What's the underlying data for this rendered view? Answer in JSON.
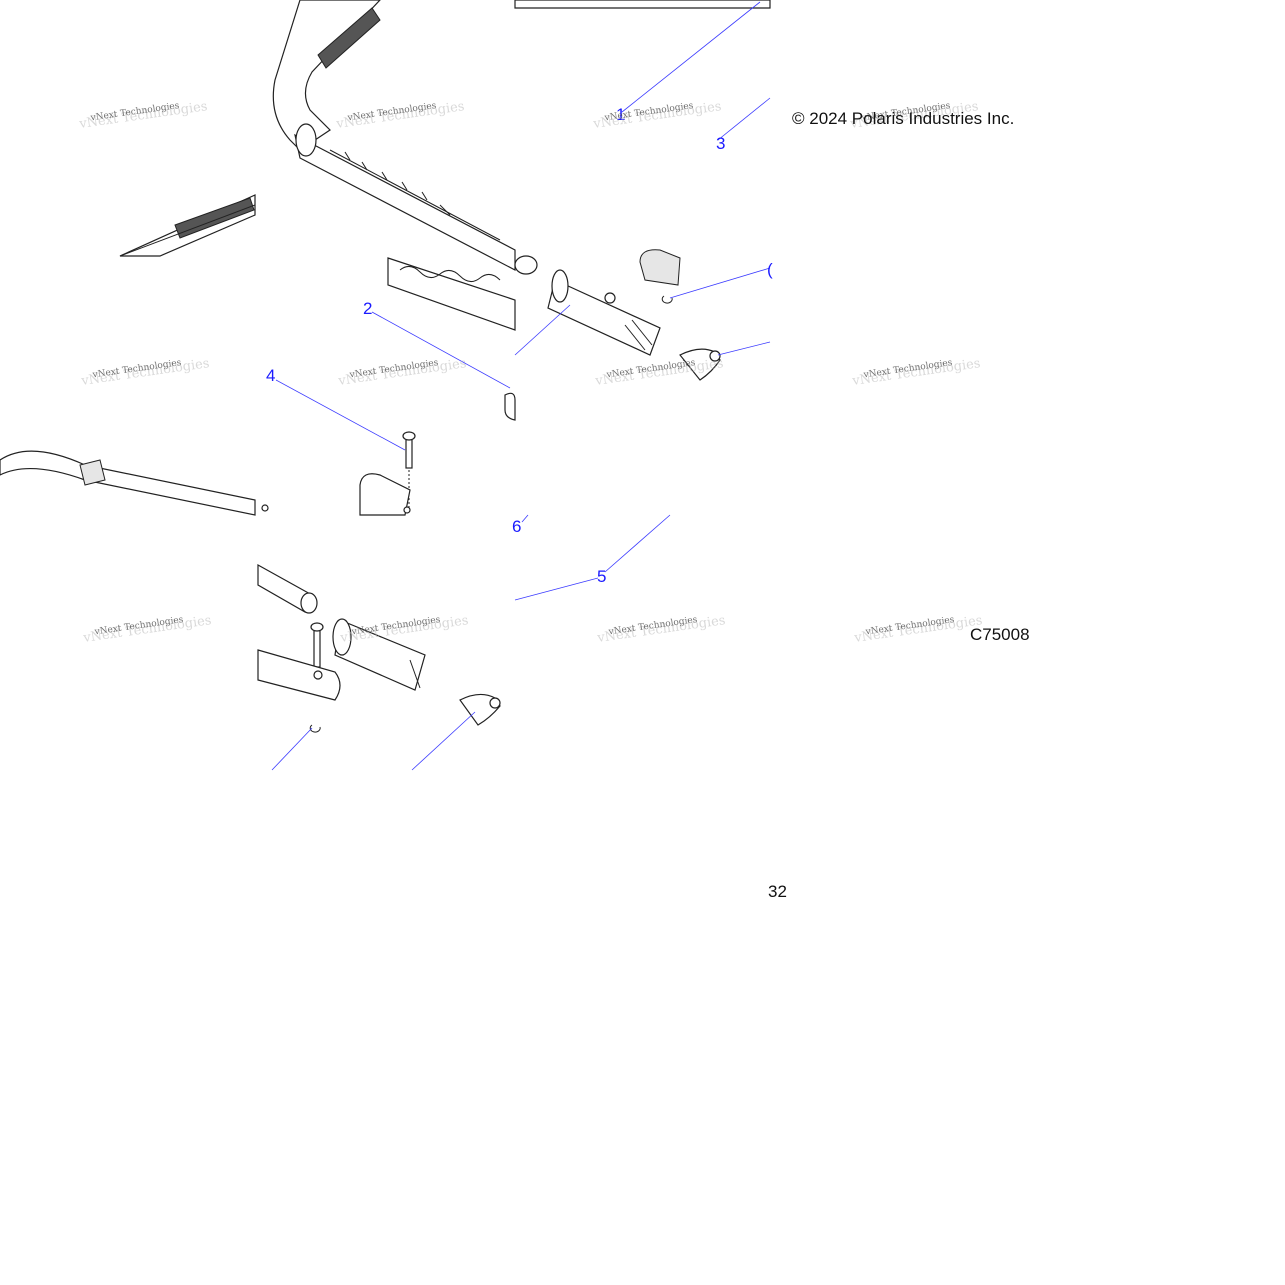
{
  "copyright": "© 2024 Polaris Industries Inc.",
  "drawing_code": "C75008",
  "stray_text": "32",
  "watermark_text": "vNext Technologies",
  "callouts": {
    "c1": "1",
    "c2": "2",
    "c3": "3",
    "c4": "4",
    "c5": "5",
    "c6": "6",
    "c_partial": "("
  }
}
